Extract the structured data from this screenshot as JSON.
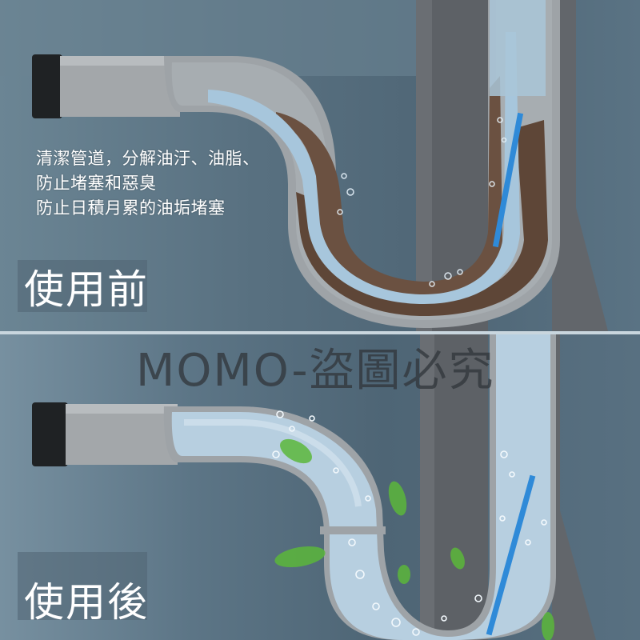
{
  "top_panel": {
    "state_label": "使用前",
    "description_lines": [
      "清潔管道，分解油汙、油脂、",
      "防止堵塞和惡臭",
      "防止日積月累的油垢堵塞"
    ]
  },
  "bottom_panel": {
    "state_label": "使用後"
  },
  "watermark": "MOMO-盜圖必究",
  "colors": {
    "background": "#587080",
    "pipe_gray": "#a9aeb1",
    "pipe_inner": "#b9d0e0",
    "water": "#a7c6dc",
    "grime": "#6b5141",
    "stick_blue": "#2f8ad8",
    "leaf_green": "#5cb83a",
    "column": "#5d6166",
    "text_white": "#ffffff",
    "watermark": "#33373b"
  }
}
